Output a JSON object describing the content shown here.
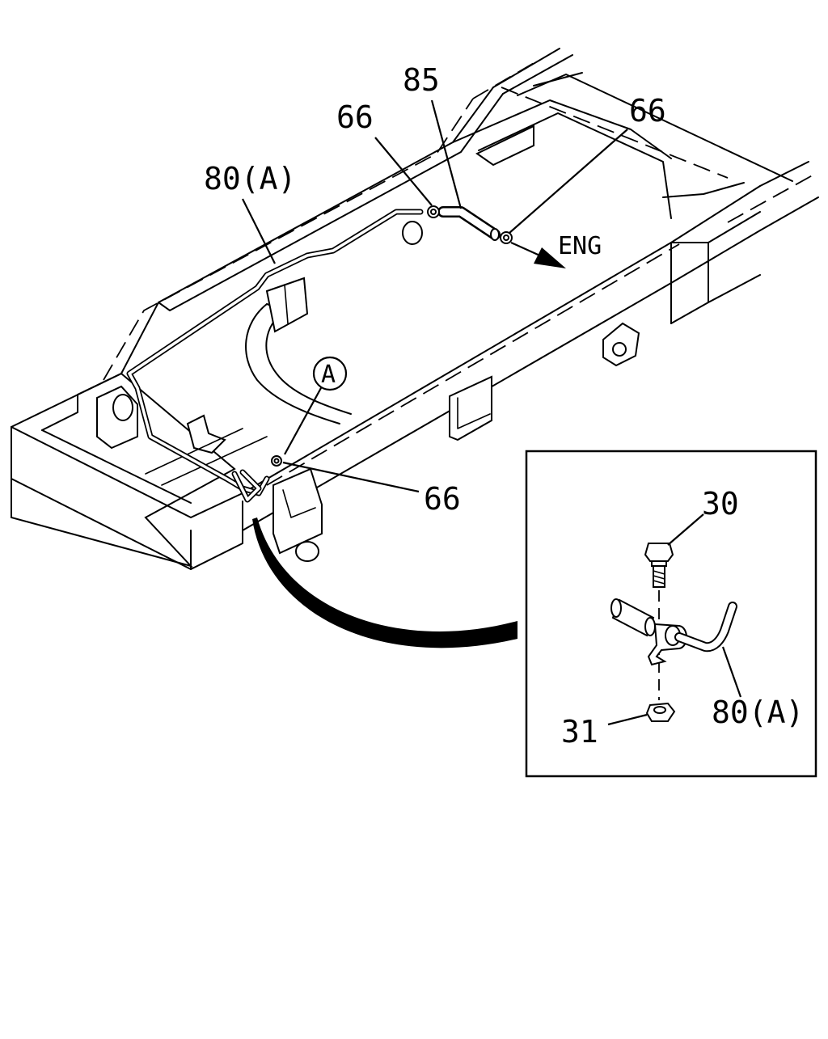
{
  "callouts": {
    "pipe_main": "80(A)",
    "fitting_left": "66",
    "hose": "85",
    "fitting_right": "66",
    "fitting_lower": "66",
    "detail_ref": "A",
    "direction": "ENG"
  },
  "detail": {
    "bolt": "30",
    "nut": "31",
    "pipe": "80(A)"
  }
}
